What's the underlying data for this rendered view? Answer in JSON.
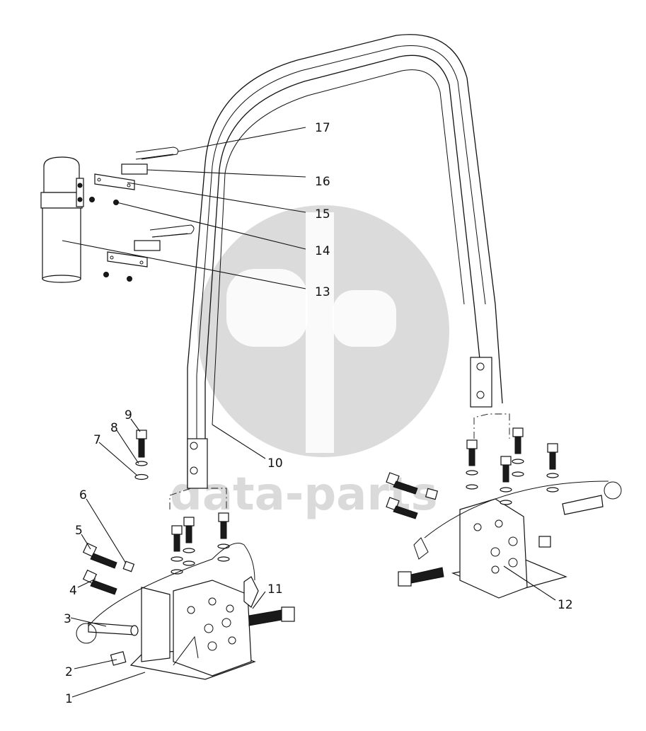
{
  "watermark": {
    "text": "data-parts"
  },
  "callouts": [
    "1",
    "2",
    "3",
    "4",
    "5",
    "6",
    "7",
    "8",
    "9",
    "10",
    "11",
    "12",
    "13",
    "14",
    "15",
    "16",
    "17"
  ]
}
